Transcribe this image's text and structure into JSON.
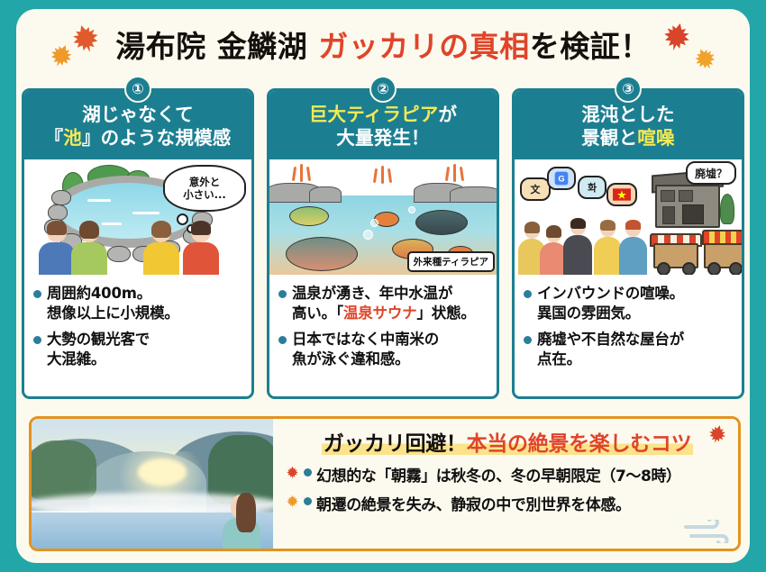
{
  "title": {
    "main_black_1": "湯布院 金鱗湖",
    "main_red": "ガッカリの真相",
    "main_black_2": "を検証！",
    "leaf_icon": "maple-leaf-icon"
  },
  "colors": {
    "teal_bg": "#22a6a8",
    "cream": "#fcfaee",
    "card_header": "#1c7f91",
    "accent_red": "#e0442a",
    "highlight_yellow": "#f5ea55",
    "bullet_dot": "#2b7d9b",
    "banner_border": "#e39320",
    "marker_yellow": "#fbe38a"
  },
  "cards": [
    {
      "number": "①",
      "head_line1": "湖じゃなくて",
      "head_line2_pre": "『",
      "head_line2_hl": "池",
      "head_line2_post": "』のような規模感",
      "illustration": "pond-with-tourists-illustration",
      "speech_bubble": "意外と\n小さい...",
      "bullets": [
        "周囲約400m。\n想像以上に小規模。",
        "大勢の観光客で\n大混雑。"
      ]
    },
    {
      "number": "②",
      "head_line1_hl": "巨大ティラピア",
      "head_line1_post": "が",
      "head_line2": "大量発生！",
      "illustration": "tilapia-in-warm-water-illustration",
      "fish_label": "外来種ティラピア",
      "bullets": [
        {
          "pre": "温泉が湧き、年中水温が\n高い。「",
          "hl": "温泉サウナ",
          "post": "」状態。"
        },
        {
          "pre": "日本ではなく中南米の\n魚が泳ぐ違和感。",
          "hl": "",
          "post": ""
        }
      ]
    },
    {
      "number": "③",
      "head_line1": "混沌とした",
      "head_line2_pre": "景観と",
      "head_line2_hl": "喧噪",
      "illustration": "foreign-tourists-and-ruined-house-illustration",
      "speech_bubbles": [
        "文",
        "G",
        "화",
        "flag"
      ],
      "house_bubble": "廃墟？",
      "bullets": [
        "インバウンドの喧噪。\n異国の雰囲気。",
        "廃墟や不自然な屋台が\n点在。"
      ]
    }
  ],
  "banner": {
    "photo": "misty-lake-sunrise-photo",
    "title_black": "ガッカリ回避！",
    "title_red": "本当の絶景を楽しむコツ",
    "bullets": [
      "幻想的な「朝霧」は秋冬の、冬の早朝限定（7〜8時）",
      "朝遷の絶景を失み、静寂の中で別世界を体感。"
    ]
  }
}
